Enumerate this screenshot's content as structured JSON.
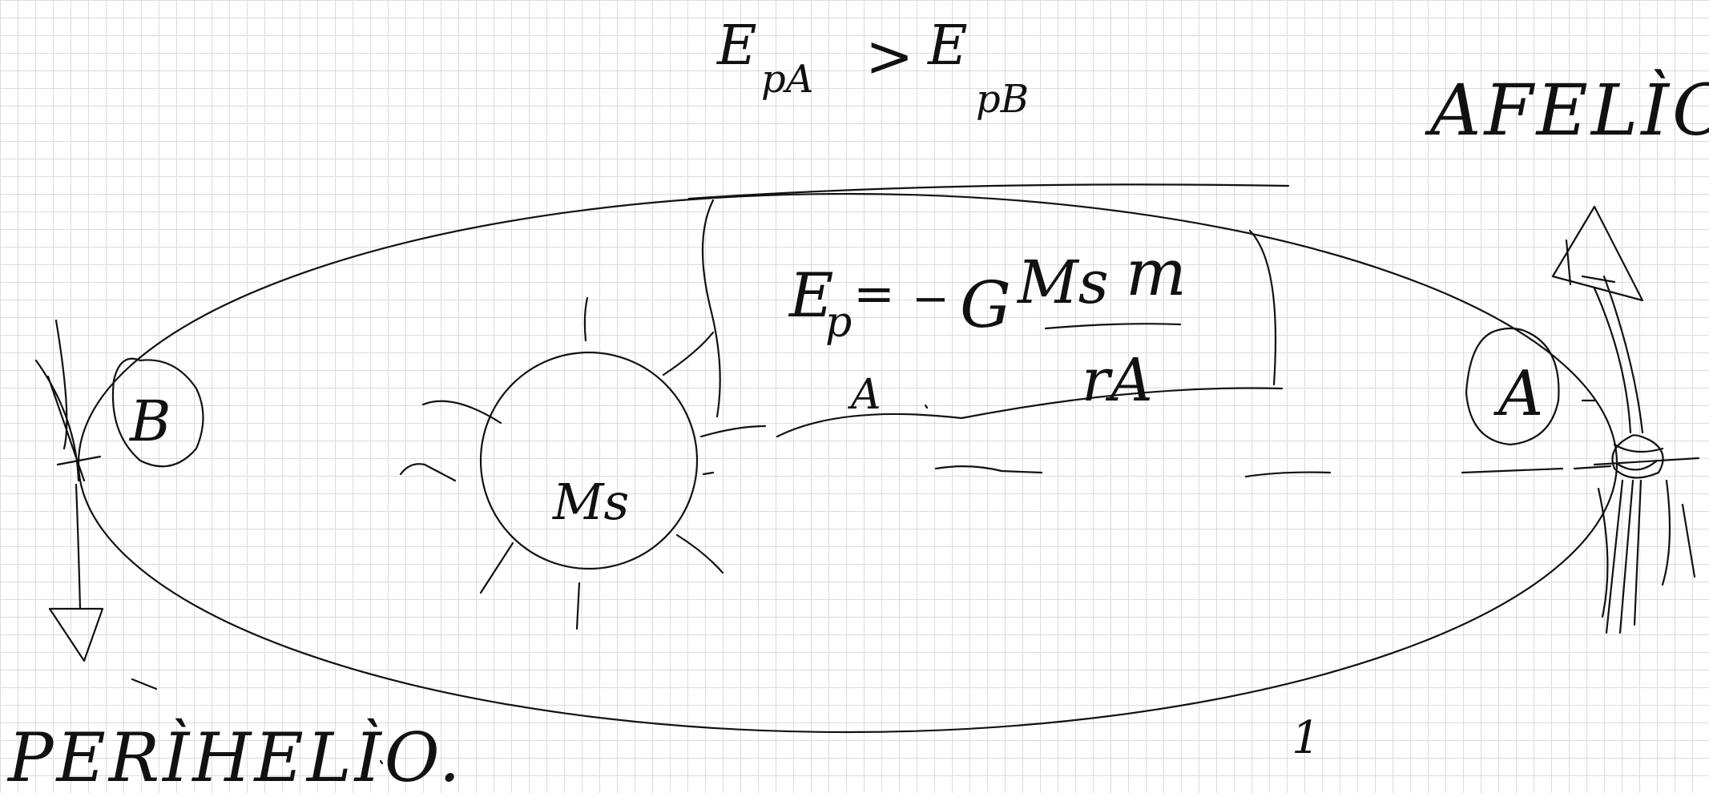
{
  "heading_relation": {
    "left": "E",
    "left_sub": "pA",
    "op": ">",
    "right": "E",
    "right_sub": "pB"
  },
  "aphelion_label": "AFELÌO.",
  "perihelion_label": "PERÌHELÌO.",
  "sun_label": "Ms",
  "point_a_label": "A",
  "point_b_label": "B",
  "formula": {
    "lhs": "E",
    "lhs_sub": "p",
    "lhs_sub2": "A",
    "equals": "=",
    "rhs_sign": "−",
    "rhs_constant": "G",
    "numerator_m1": "Ms",
    "numerator_m2": "m",
    "denominator": "rA"
  },
  "stray_mark": "1"
}
